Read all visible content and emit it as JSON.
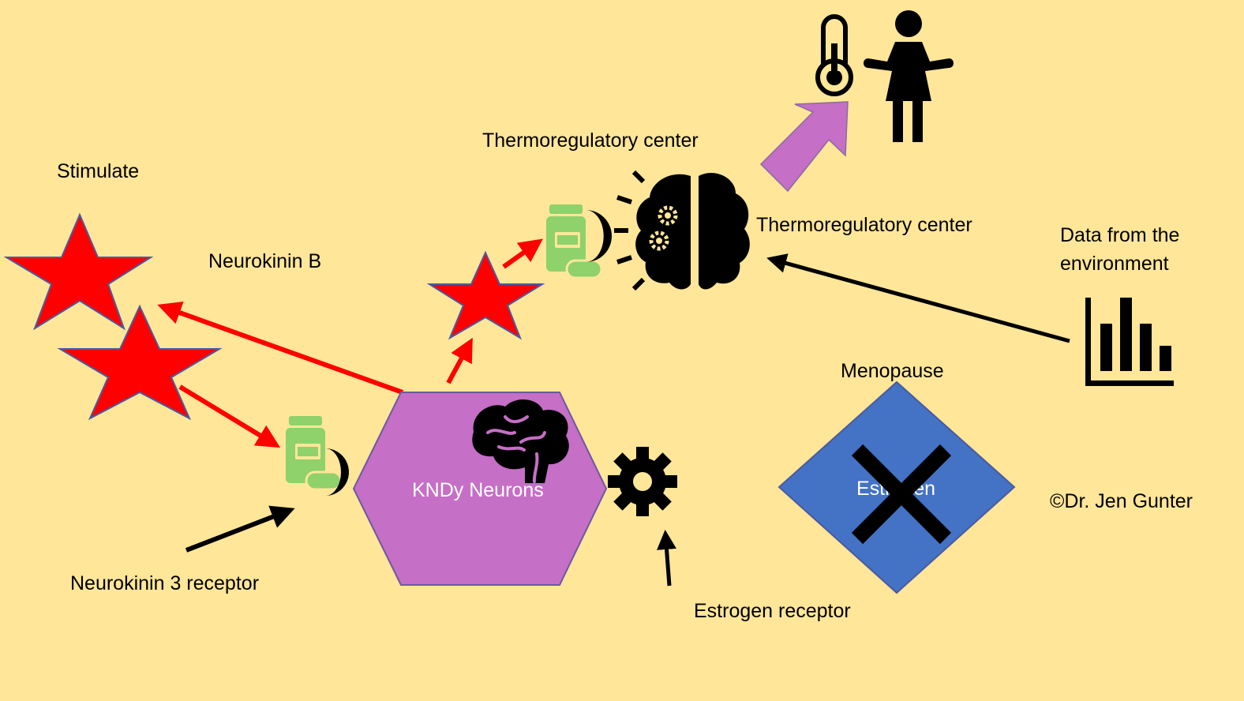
{
  "labels": {
    "stimulate": "Stimulate",
    "neurokinin_b": "Neurokinin B",
    "neurokinin_3_receptor": "Neurokinin 3 receptor",
    "kndy_neurons": "KNDy Neurons",
    "thermoregulatory_center_top": "Thermoregulatory center",
    "thermoregulatory_center_right": "Thermoregulatory center",
    "data_from_environment_line1": "Data from the",
    "data_from_environment_line2": "environment",
    "menopause": "Menopause",
    "estrogen_visible": "Estrogen",
    "estrogen_receptor": "Estrogen receptor",
    "copyright": "©Dr. Jen Gunter"
  },
  "colors": {
    "background": "#ffe699",
    "star_fill": "#ff0000",
    "star_outline": "#4a5aa0",
    "hexagon_fill": "#c56fc6",
    "diamond_fill": "#4472c4",
    "pill_green": "#8fd16a",
    "hot_arrow": "#c56fc6",
    "red_arrow": "#ff0000",
    "black_arrow": "#000000"
  },
  "icons": {
    "pill_bottle": "pill-bottle-icon",
    "brain": "brain-icon",
    "brain_gears": "brain-gears-icon",
    "gear": "gear-icon",
    "thermometer": "thermometer-icon",
    "woman": "woman-icon",
    "bar_chart": "bar-chart-icon",
    "cross": "x-cross-icon"
  }
}
